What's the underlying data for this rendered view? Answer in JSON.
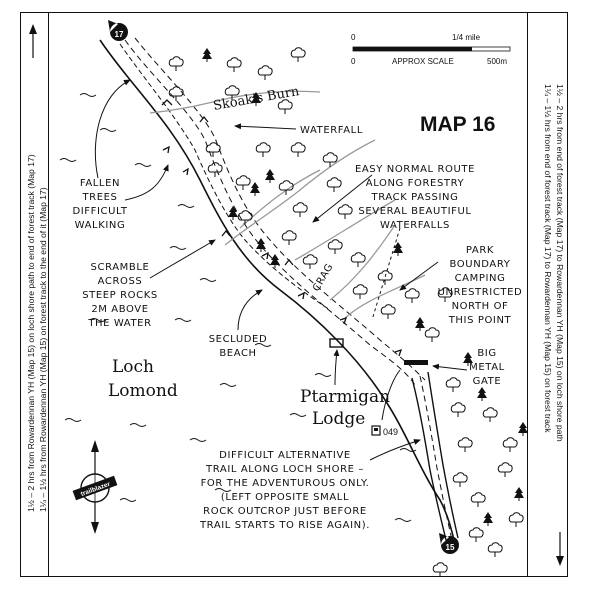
{
  "map": {
    "title": "MAP 16",
    "map_from_marker": "17",
    "map_to_marker": "15",
    "scale": {
      "quarter_mile": "1/4 mile",
      "zero_top": "0",
      "zero_bottom": "0",
      "approx": "APPROX SCALE",
      "distance": "500m"
    },
    "labels": {
      "stream": "Skoak's Burn",
      "waterfall": "WATERFALL",
      "easy_route": [
        "EASY NORMAL ROUTE",
        "ALONG FORESTRY",
        "TRACK PASSING",
        "SEVERAL BEAUTIFUL",
        "WATERFALLS"
      ],
      "fallen_trees": [
        "FALLEN",
        "TREES",
        "DIFFICULT",
        "WALKING"
      ],
      "scramble": [
        "SCRAMBLE",
        "ACROSS",
        "STEEP ROCKS",
        "2M ABOVE",
        "THE WATER"
      ],
      "park_boundary": [
        "PARK",
        "BOUNDARY",
        "CAMPING",
        "UNRESTRICTED",
        "NORTH OF",
        "THIS POINT"
      ],
      "crag": "CRAG",
      "secluded_beach": [
        "SECLUDED",
        "BEACH"
      ],
      "big_metal_gate": [
        "BIG",
        "METAL",
        "GATE"
      ],
      "loch": [
        "Loch",
        "Lomond"
      ],
      "lodge": [
        "Ptarmigan",
        "Lodge"
      ],
      "phone_code": "049",
      "difficult_alt": [
        "DIFFICULT ALTERNATIVE",
        "TRAIL ALONG LOCH SHORE –",
        "FOR THE ADVENTUROUS ONLY.",
        "(LEFT OPPOSITE SMALL",
        "ROCK OUTCROP JUST BEFORE",
        "TRAIL STARTS TO RISE AGAIN)."
      ]
    },
    "left_margin": {
      "line1": "1½ – 2 hrs from Rowardennan YH (Map 15) on loch shore path to end of forest track (Map 17)",
      "line2": "1¼ – 1½ hrs from Rowardennan YH (Map 15) on forest track to the end of it (Map 17)"
    },
    "right_margin": {
      "line1": "1½ – 2 hrs from end of forest track (Map 17) to Rowardennan YH (Map 15) on loch shore path",
      "line2": "1¼ – 1½ hrs from end of forest track (Map 17) to Rowardennan YH (Map 15) on forest track"
    },
    "logo_text": "trailblazer"
  }
}
